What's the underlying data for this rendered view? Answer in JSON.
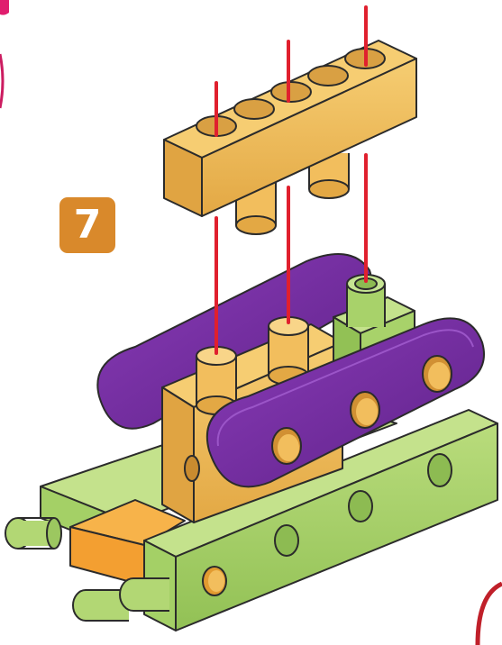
{
  "step": {
    "number": "7"
  },
  "colors": {
    "beam_yellow": "#f2be5d",
    "beam_yellow_shade": "#d9a043",
    "purple_track": "#7b2fa6",
    "purple_track_dark": "#5a1f82",
    "green_base": "#a8d26a",
    "green_base_shade": "#8dbb52",
    "orange_block": "#f3a53c",
    "badge_orange": "#d9892b",
    "guide_line_red": "#e0202e",
    "corner_mark_pink": "#e01e6e",
    "corner_arc_red": "#c0202a"
  },
  "icons": {
    "step_badge": "rounded-square-number",
    "guide_lines": "red-vertical-assembly-lines"
  }
}
